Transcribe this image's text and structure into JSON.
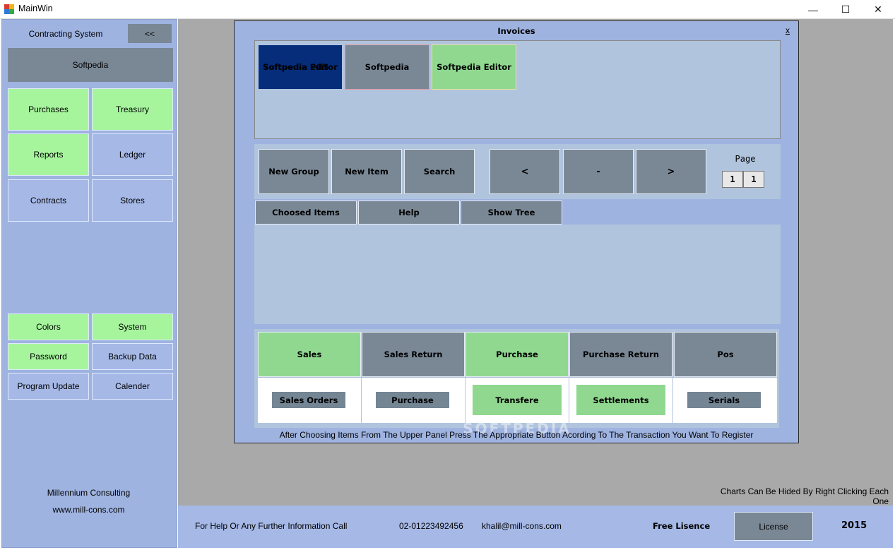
{
  "window": {
    "title": "MainWin",
    "minimize_glyph": "—",
    "maximize_glyph": "☐",
    "close_glyph": "✕"
  },
  "sidebar": {
    "system_name": "Contracting System",
    "collapse_label": "<<",
    "company_label": "Softpedia",
    "modules": [
      "Purchases",
      "Treasury",
      "Reports",
      "Ledger",
      "Contracts",
      "Stores"
    ],
    "tools": [
      "Colors",
      "System",
      "Password",
      "Backup Data",
      "Program Update",
      "Calender"
    ],
    "footer_company": "Millennium Consulting",
    "footer_url": "www.mill-cons.com"
  },
  "invoices": {
    "title": "Invoices",
    "close_label": "x",
    "groups": [
      {
        "label": "Softpedia Editor",
        "overlap_label": "Softpedia POS",
        "style": "selected"
      },
      {
        "label": "Softpedia",
        "style": "gray"
      },
      {
        "label": "Softpedia Editor",
        "style": "green"
      }
    ],
    "actions": [
      "New Group",
      "New Item",
      "Search"
    ],
    "nav": [
      "<",
      "-",
      ">"
    ],
    "page_label": "Page",
    "page_current": "1",
    "page_total": "1",
    "tabs": [
      "Choosed Items",
      "Help",
      "Show Tree"
    ],
    "transactions": [
      "Sales",
      "Sales Return",
      "Purchase",
      "Purchase Return",
      "Pos"
    ],
    "sub_transactions": [
      "Sales Orders",
      "Purchase",
      "Transfere",
      "Settlements",
      "Serials"
    ],
    "instruction": "After Choosing  Items From The Upper Panel Press The Appropriate  Button Acording To The Transaction You Want To Register",
    "watermark": "SOFTPEDIA"
  },
  "charts_hint": "Charts Can Be Hided By Right Clicking  Each One",
  "footer": {
    "help_text": "For Help Or Any Further Information Call",
    "phone": "02-01223492456",
    "email": "khalil@mill-cons.com",
    "licence_status": "Free Lisence",
    "license_button": "License",
    "year": "2015"
  },
  "colors": {
    "sidebar_bg": "#9eb3e0",
    "green_button": "#a6f59d",
    "blue_button": "#a5b8e6",
    "gray_button": "#7a8896",
    "selected_group": "#062d7a",
    "workspace_bg": "#a9a9a9"
  }
}
